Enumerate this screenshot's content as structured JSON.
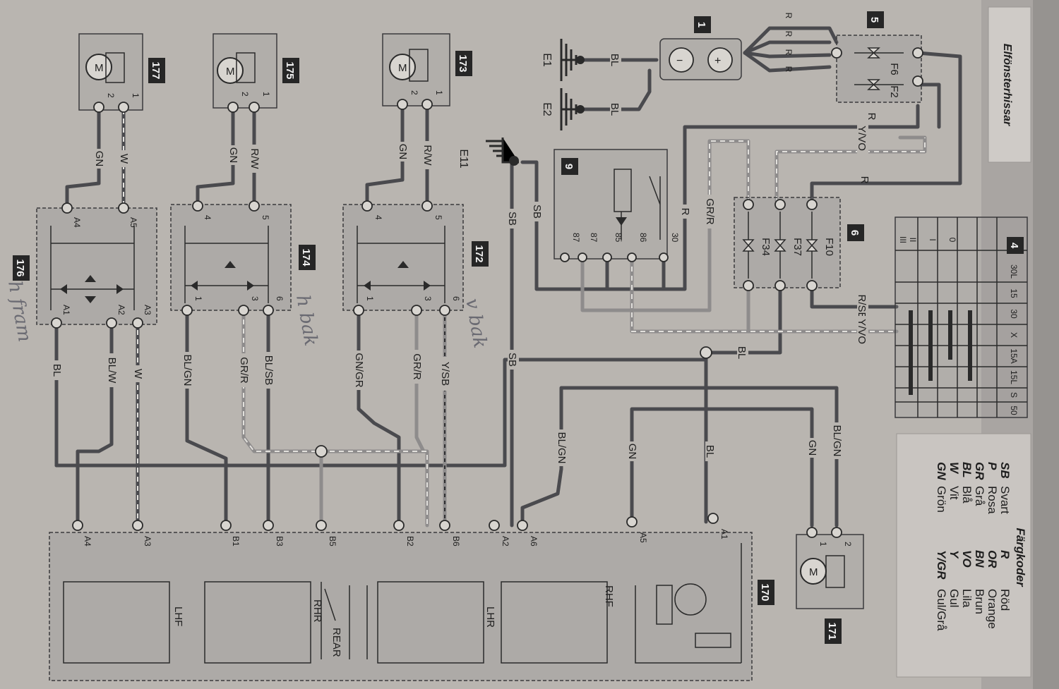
{
  "header": {
    "title": "Elfönsterhissar"
  },
  "components": {
    "c1": "1",
    "c4": "4",
    "c5": "5",
    "c6": "6",
    "c9": "9",
    "c170": "170",
    "c171": "171",
    "c172": "172",
    "c173": "173",
    "c174": "174",
    "c175": "175",
    "c176": "176",
    "c177": "177"
  },
  "grounds": {
    "e1": "E1",
    "e2": "E2",
    "e11": "E11"
  },
  "fuses": {
    "f2": "F2",
    "f6": "F6",
    "f10": "F10",
    "f34": "F34",
    "f37": "F37"
  },
  "sections": {
    "lhf": "LHF",
    "rhr": "RHR",
    "rear": "REAR",
    "lhr": "LHR",
    "rhf": "RHF"
  },
  "motor_symbol": "M",
  "battery": {
    "minus": "−",
    "plus": "+"
  },
  "wires": {
    "bl": "BL",
    "r": "R",
    "gn": "GN",
    "w": "W",
    "rw": "R/W",
    "sb": "SB",
    "yvo": "Y/VO",
    "grr": "GR/R",
    "rsb": "R/SB",
    "blgn": "BL/GN",
    "blw": "BL/W",
    "blsb": "BL/SB",
    "gngr": "GN/GR",
    "ysb": "Y/SB"
  },
  "pins": {
    "a1": "A1",
    "a2": "A2",
    "a3": "A3",
    "a4": "A4",
    "a5": "A5",
    "a6": "A6",
    "b1": "B1",
    "b2": "B2",
    "b3": "B3",
    "b5": "B5",
    "b6": "B6",
    "n1": "1",
    "n2": "2",
    "n3": "3",
    "n4": "4",
    "n5": "5",
    "n6": "6",
    "r30": "30",
    "r85": "85",
    "r86": "86",
    "r87": "87"
  },
  "ignition": {
    "positions": [
      "0",
      "I",
      "II",
      "III"
    ],
    "columns": [
      "30L",
      "15",
      "30",
      "X",
      "15A",
      "15L",
      "S",
      "50"
    ]
  },
  "legend": {
    "title": "Färgkoder",
    "entries": [
      {
        "code": "SB",
        "name": "Svart",
        "code2": "R",
        "name2": "Röd"
      },
      {
        "code": "P",
        "name": "Rosa",
        "code2": "OR",
        "name2": "Orange"
      },
      {
        "code": "GR",
        "name": "Grå",
        "code2": "BN",
        "name2": "Brun"
      },
      {
        "code": "BL",
        "name": "Blå",
        "code2": "VO",
        "name2": "Lila"
      },
      {
        "code": "W",
        "name": "Vit",
        "code2": "Y",
        "name2": "Gul"
      },
      {
        "code": "GN",
        "name": "Grön",
        "code2": "Y/GR",
        "name2": "Gul/Grå"
      }
    ]
  },
  "handwriting": {
    "n1": "v bak",
    "n2": "h bak",
    "n3": "h fram"
  },
  "colors": {
    "paper": "#b9b5b0",
    "ink": "#2a2a2a",
    "wire_dark": "#4a4a4e",
    "wire_light": "#8e8c8c"
  }
}
